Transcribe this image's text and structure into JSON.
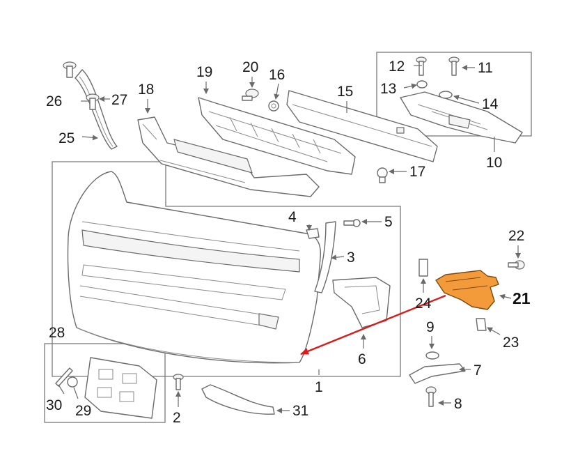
{
  "callouts": {
    "c1": "1",
    "c2": "2",
    "c3": "3",
    "c4": "4",
    "c5": "5",
    "c6": "6",
    "c7": "7",
    "c8": "8",
    "c9": "9",
    "c10": "10",
    "c11": "11",
    "c12": "12",
    "c13": "13",
    "c14": "14",
    "c15": "15",
    "c16": "16",
    "c17": "17",
    "c18": "18",
    "c19": "19",
    "c20": "20",
    "c21": "21",
    "c22": "22",
    "c23": "23",
    "c24": "24",
    "c25": "25",
    "c26": "26",
    "c27": "27",
    "c28": "28",
    "c29": "29",
    "c30": "30",
    "c31": "31"
  },
  "highlight": {
    "part": "21",
    "fill_color": "#f39a3a",
    "pointer_color": "#d81b1b"
  },
  "line_color": "#6a6a6a"
}
